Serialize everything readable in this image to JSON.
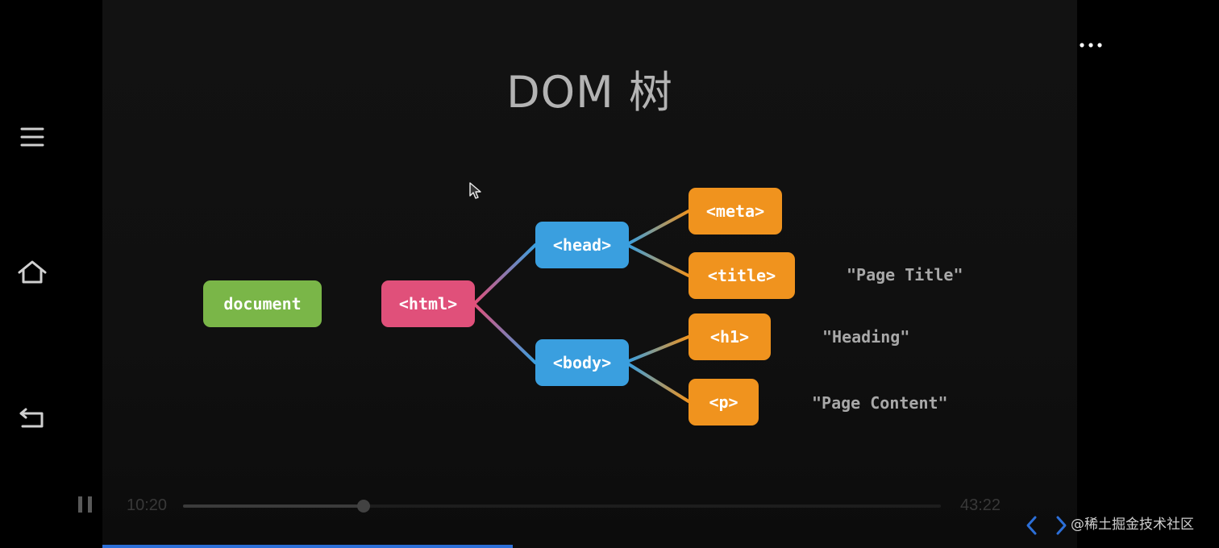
{
  "slide": {
    "title": "DOM 树",
    "nodes": {
      "document": "document",
      "html": "<html>",
      "head": "<head>",
      "body": "<body>",
      "meta": "<meta>",
      "title_tag": "<title>",
      "h1": "<h1>",
      "p": "<p>"
    },
    "leaves": {
      "page_title": "\"Page Title\"",
      "heading": "\"Heading\"",
      "page_content": "\"Page Content\""
    }
  },
  "player": {
    "current_time": "10:20",
    "total_time": "43:22",
    "progress_fraction": 0.238
  },
  "watermark": "@稀土掘金技术社区",
  "colors": {
    "document": "#7ab648",
    "html": "#e0507a",
    "head_body": "#3a9fdf",
    "leaf_tags": "#f0931e",
    "accent_progress": "#2c6fd8"
  },
  "icons": [
    "menu-icon",
    "home-icon",
    "back-icon",
    "more-options-icon",
    "pause-icon",
    "code-icon",
    "cursor-icon"
  ]
}
